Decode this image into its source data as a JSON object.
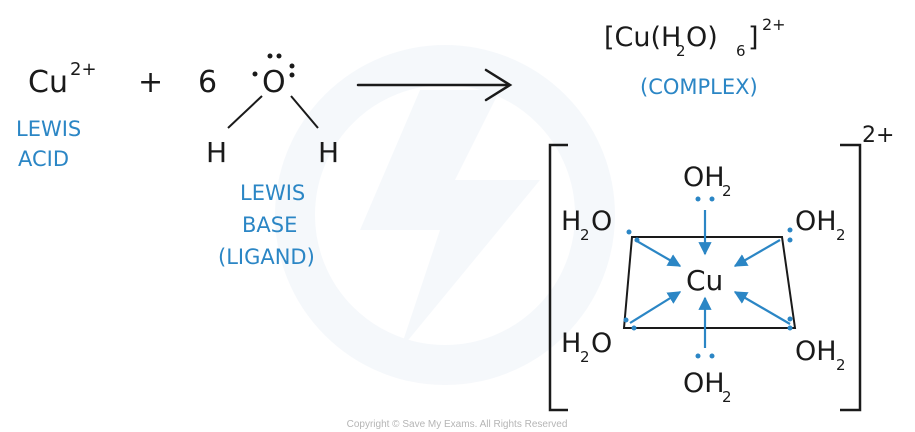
{
  "reaction": {
    "metal": {
      "symbol": "Cu",
      "charge": "2+",
      "label_line1": "LEWIS",
      "label_line2": "ACID"
    },
    "plus": "+",
    "ligand": {
      "coefficient": "6",
      "center_atom": "O",
      "h_left": "H",
      "h_right": "H",
      "label_line1": "LEWIS",
      "label_line2": "BASE",
      "label_line3": "(LIGAND)"
    },
    "product": {
      "formula_open": "[Cu(H",
      "formula_sub_2": "2",
      "formula_mid": "O)",
      "formula_sub_6": "6",
      "formula_close": "]",
      "charge": "2+",
      "label": "(COMPLEX)"
    }
  },
  "complex_structure": {
    "center": "Cu",
    "charge": "2+",
    "ligand_prefix": "OH",
    "ligand_sub": "2",
    "ligand_h": "H",
    "ligand_o": "O"
  },
  "footer": {
    "copyright": "Copyright © Save My Exams. All Rights Reserved"
  },
  "colors": {
    "text": "#1a1a1a",
    "accent_blue": "#2b86c5",
    "watermark": "#eef3f8"
  }
}
